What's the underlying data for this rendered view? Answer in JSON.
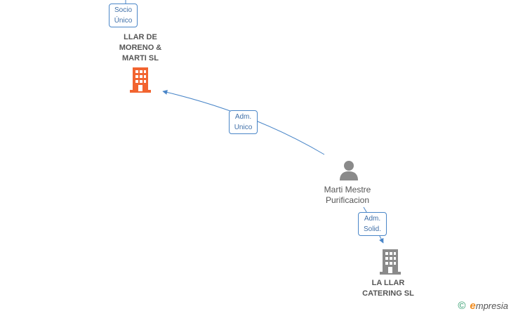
{
  "nodes": {
    "company_top": {
      "name_lines": [
        "LLAR DE",
        "MORENO &",
        "MARTI  SL"
      ],
      "color": "#f26430",
      "icon": "building-icon"
    },
    "person": {
      "name_lines": [
        "Marti Mestre",
        "Purificacion"
      ],
      "color": "#8a8a8a",
      "icon": "person-icon"
    },
    "company_bottom": {
      "name_lines": [
        "LA LLAR",
        "CATERING  SL"
      ],
      "color": "#8a8a8a",
      "icon": "building-icon"
    }
  },
  "edges": {
    "socio": {
      "label_lines": [
        "Socio",
        "Único"
      ]
    },
    "adm_unico": {
      "label_lines": [
        "Adm.",
        "Unico"
      ]
    },
    "adm_solid": {
      "label_lines": [
        "Adm.",
        "Solid."
      ]
    }
  },
  "footer": {
    "copyright_symbol": "©",
    "brand_first": "e",
    "brand_rest": "mpresia"
  },
  "colors": {
    "edge": "#4a86c8",
    "label_text": "#3f6fa8"
  }
}
